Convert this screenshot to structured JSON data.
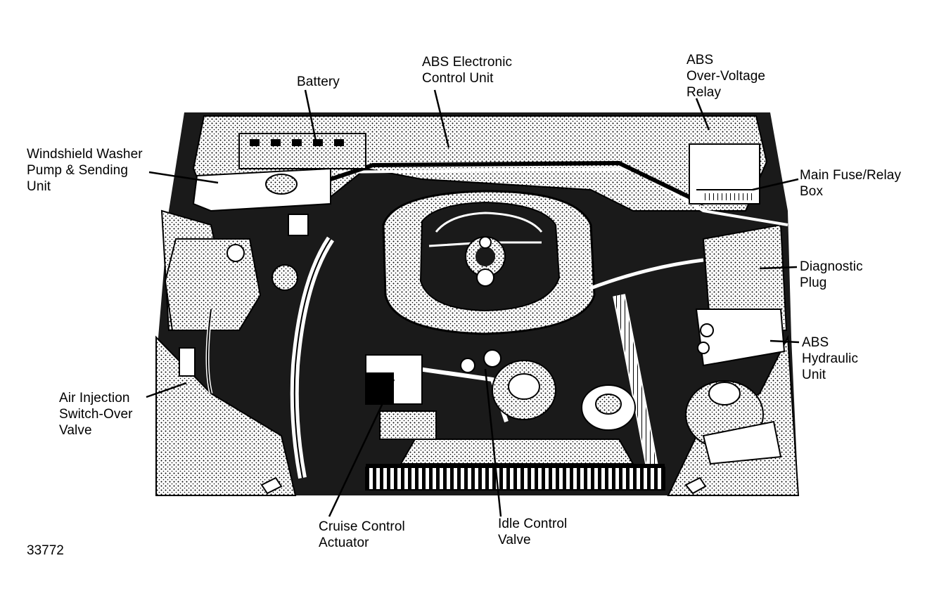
{
  "figure": {
    "number": "33772"
  },
  "colors": {
    "ink": "#000000",
    "paper": "#ffffff",
    "shade": "#8a8a8a",
    "light_shade": "#d9d9d9"
  },
  "labels": {
    "battery": {
      "lines": [
        "Battery"
      ]
    },
    "abs_ecu": {
      "lines": [
        "ABS Electronic",
        "Control Unit"
      ]
    },
    "abs_relay": {
      "lines": [
        "ABS",
        "Over-Voltage",
        "Relay"
      ]
    },
    "washer_pump": {
      "lines": [
        "Windshield Washer",
        "Pump & Sending",
        "Unit"
      ]
    },
    "fuse_box": {
      "lines": [
        "Main Fuse/Relay",
        "Box"
      ]
    },
    "diagnostic_plug": {
      "lines": [
        "Diagnostic",
        "Plug"
      ]
    },
    "abs_hydraulic": {
      "lines": [
        "ABS",
        "Hydraulic",
        "Unit"
      ]
    },
    "air_injection": {
      "lines": [
        "Air Injection",
        "Switch-Over",
        "Valve"
      ]
    },
    "cruise_control": {
      "lines": [
        "Cruise Control",
        "Actuator"
      ]
    },
    "idle_control": {
      "lines": [
        "Idle Control",
        "Valve"
      ]
    }
  }
}
